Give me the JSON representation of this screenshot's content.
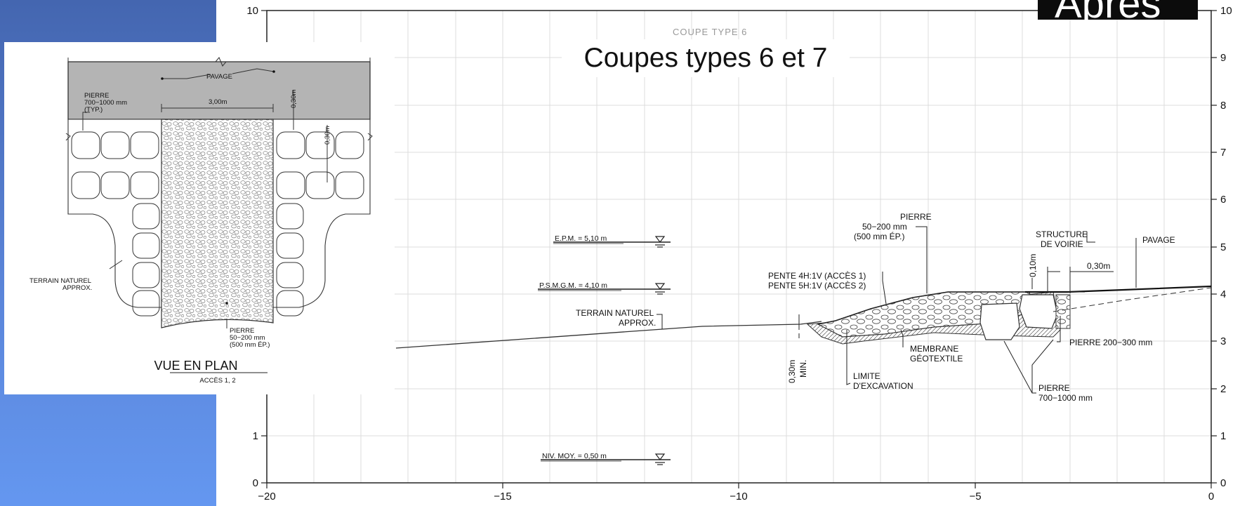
{
  "slide": {
    "title": "Coupes types 6 et 7",
    "ghost_title": "COUPE TYPE 6",
    "badge": "Après"
  },
  "section_drawing": {
    "y_axis_ticks": [
      "0",
      "1",
      "2",
      "3",
      "4",
      "5",
      "6",
      "7",
      "8",
      "9",
      "10"
    ],
    "x_axis_ticks": [
      "−20",
      "−15",
      "−10",
      "−5",
      "0"
    ],
    "water_levels": [
      {
        "label": "E.P.M. = 5,10 m",
        "value": 5.1
      },
      {
        "label": "P.S.M.G.M. = 4,10 m",
        "value": 4.1
      },
      {
        "label": "NIV. MOY. = 0,50 m",
        "value": 0.5
      }
    ],
    "labels": {
      "pierre_small_1": "PIERRE",
      "pierre_small_2": "50−200  mm",
      "pierre_small_3": "(500  mm  ÉP.)",
      "structure_1": "STRUCTURE",
      "structure_2": "DE  VOIRIE",
      "pavage": "PAVAGE",
      "dim_010": "0,10m",
      "dim_030": "0,30m",
      "pente_1": "PENTE  4H:1V  (ACCÈS  1)",
      "pente_2": "PENTE  5H:1V  (ACCÈS  2)",
      "terrain_1": "TERRAIN  NATUREL",
      "terrain_2": "APPROX.",
      "membrane_1": "MEMBRANE",
      "membrane_2": "GÉOTEXTILE",
      "pierre_mid": "PIERRE  200−300  mm",
      "limite_1": "LIMITE",
      "limite_2": "D'EXCAVATION",
      "min_030": "0,30m",
      "min_label": "MIN.",
      "pierre_large_1": "PIERRE",
      "pierre_large_2": "700−1000  mm"
    }
  },
  "plan_view": {
    "pavage": "PAVAGE",
    "pierre_top_1": "PIERRE",
    "pierre_top_2": "700−1000  mm",
    "pierre_top_3": "(TYP.)",
    "dim_width": "3,00m",
    "dim_030_a": "0,30m",
    "dim_030_b": "0,30m",
    "terrain_1": "TERRAIN  NATUREL",
    "terrain_2": "APPROX.",
    "pierre_bottom_1": "PIERRE",
    "pierre_bottom_2": "50−200  mm",
    "pierre_bottom_3": "(500  mm  ÉP.)",
    "title": "VUE  EN  PLAN",
    "subtitle": "ACCÈS  1,  2"
  }
}
